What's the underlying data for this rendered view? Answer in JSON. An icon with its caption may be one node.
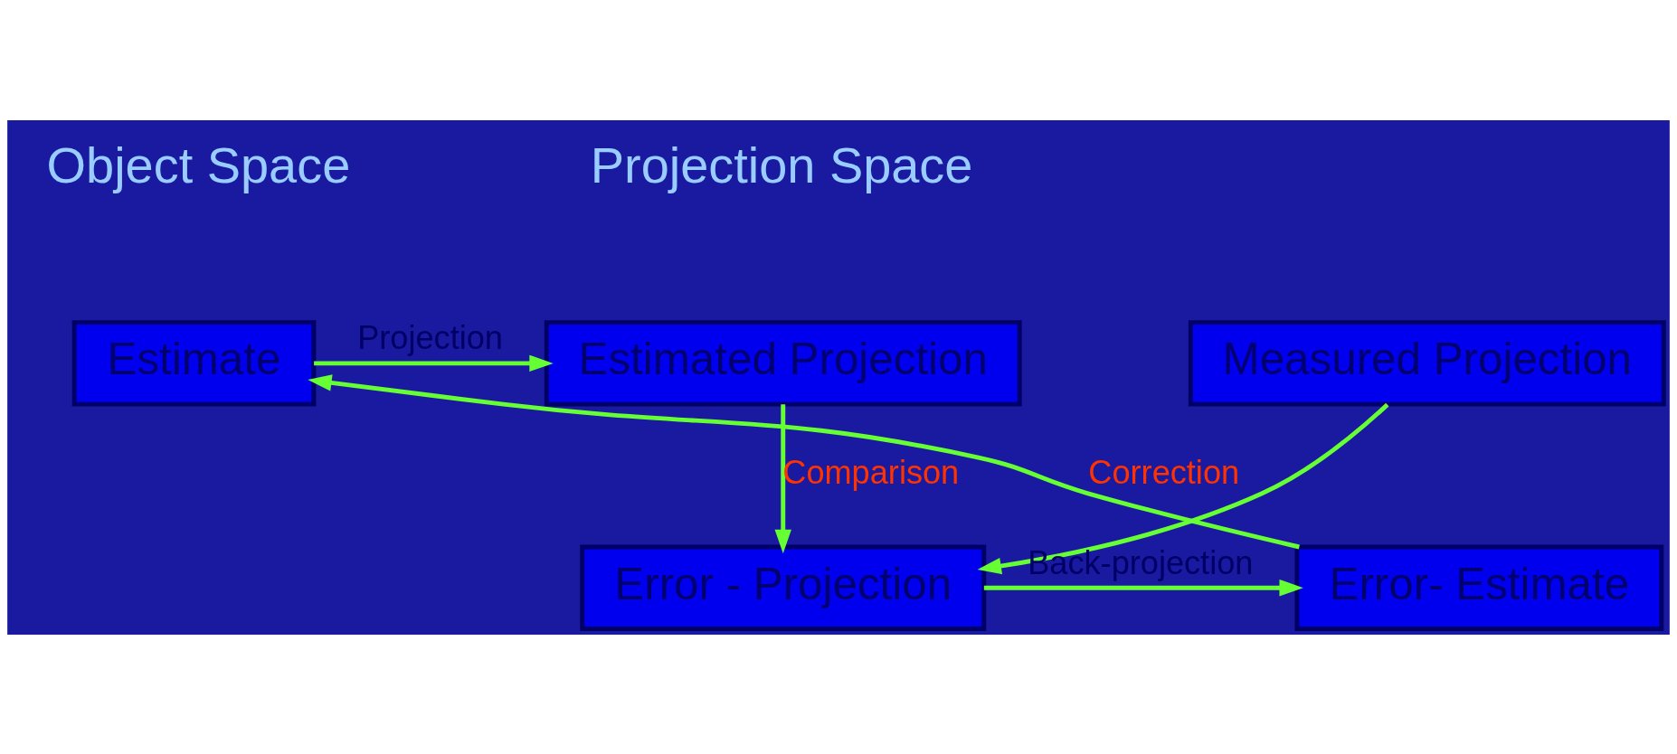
{
  "diagram": {
    "nodes": [
      {
        "text": [
          "Estimate"
        ]
      },
      {
        "text": [
          "Estimated Projection"
        ]
      },
      {
        "text": [
          "Measured Projection"
        ]
      },
      {
        "text": [
          "Error - Projection"
        ]
      },
      {
        "text": [
          "Error- Estimate"
        ]
      }
    ],
    "edges": [
      {
        "from": 0,
        "to": 1,
        "arrow": "to",
        "label": "Projection"
      },
      {
        "from": 1,
        "to": 3,
        "arrow": "to",
        "label": "Comparison"
      },
      {
        "from": 2,
        "to": 3,
        "arrow": "to"
      },
      {
        "from": 3,
        "to": 4,
        "arrow": "to",
        "label": "Back-projection"
      },
      {
        "from": 4,
        "to": 0,
        "arrow": "to",
        "label": "Correction"
      }
    ],
    "labels": [
      "Object Space",
      "Projection Space"
    ]
  }
}
